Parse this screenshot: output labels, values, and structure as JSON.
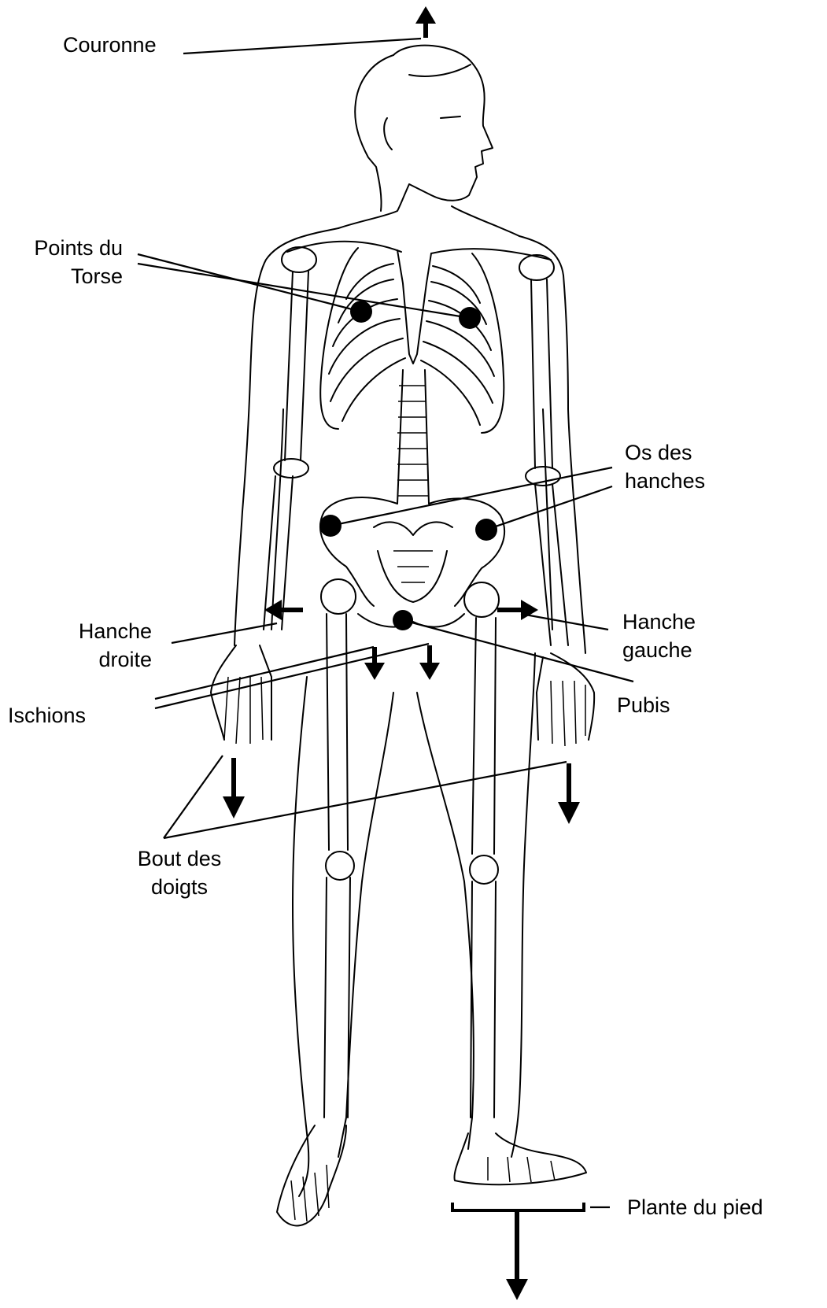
{
  "labels": {
    "couronne": "Couronne",
    "points_torse": [
      "Points du",
      "Torse"
    ],
    "os_hanches": [
      "Os des",
      "hanches"
    ],
    "hanche_droite": [
      "Hanche",
      "droite"
    ],
    "hanche_gauche": [
      "Hanche",
      "gauche"
    ],
    "ischions": "Ischions",
    "pubis": "Pubis",
    "bout_doigts": [
      "Bout des",
      "doigts"
    ],
    "plante_pied": "Plante du pied"
  },
  "colors": {
    "ink": "#000000",
    "paper": "#ffffff"
  }
}
